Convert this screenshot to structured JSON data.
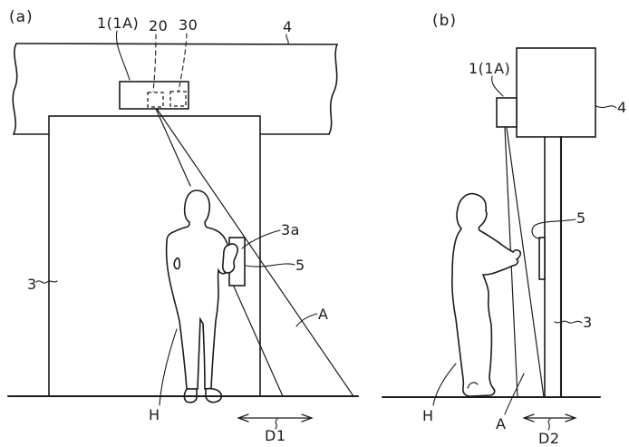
{
  "figure": {
    "background": "#ffffff",
    "line_color": "#1b1b1b",
    "panel_a": {
      "caption": "(a)",
      "labels": {
        "sensor": "1(1A)",
        "n20": "20",
        "n30": "30",
        "wall": "4",
        "door": "3",
        "door_part": "3a",
        "device": "5",
        "area": "A",
        "person": "H",
        "distance": "D1"
      }
    },
    "panel_b": {
      "caption": "(b)",
      "labels": {
        "sensor": "1(1A)",
        "wall": "4",
        "device": "5",
        "door": "3",
        "area": "A",
        "person": "H",
        "distance": "D2"
      }
    }
  }
}
